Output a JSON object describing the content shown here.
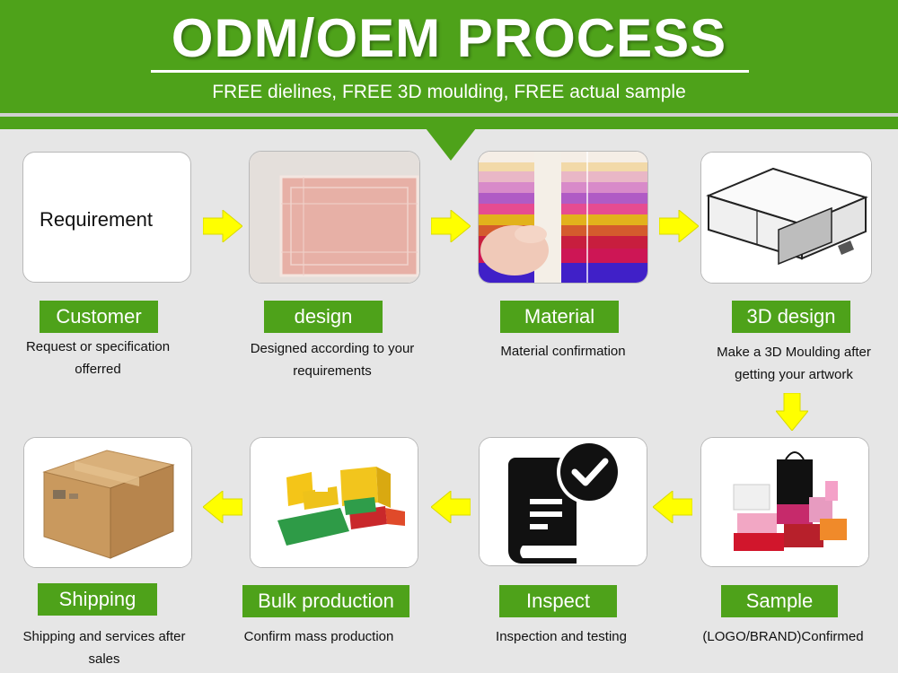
{
  "header": {
    "title": "ODM/OEM PROCESS",
    "subtitle": "FREE dielines, FREE 3D moulding, FREE actual sample"
  },
  "colors": {
    "green": "#4ea21a",
    "arrow": "#ffff00",
    "background": "#e6e6e6"
  },
  "steps": [
    {
      "label": "Customer",
      "card_text": "Requirement",
      "desc_lines": [
        "Request or specification",
        "offerred"
      ],
      "icon": "requirement-text"
    },
    {
      "label": "design",
      "desc_lines": [
        "Designed according to your",
        "requirements"
      ],
      "icon": "design-sketch-image"
    },
    {
      "label": "Material",
      "desc_lines": [
        "Material confirmation"
      ],
      "icon": "color-swatch-image"
    },
    {
      "label": "3D design",
      "desc_lines": [
        "Make a 3D Moulding after",
        "getting your artwork"
      ],
      "icon": "drawer-box-image"
    },
    {
      "label": "Sample",
      "desc_lines": [
        "(LOGO/BRAND)Confirmed"
      ],
      "icon": "gift-boxes-image"
    },
    {
      "label": "Inspect",
      "desc_lines": [
        "Inspection and testing"
      ],
      "icon": "book-check-icon"
    },
    {
      "label": "Bulk production",
      "desc_lines": [
        "Confirm mass production"
      ],
      "icon": "boxes-production-image"
    },
    {
      "label": "Shipping",
      "desc_lines": [
        "Shipping and services after",
        "sales"
      ],
      "icon": "cardboard-box-image"
    }
  ]
}
